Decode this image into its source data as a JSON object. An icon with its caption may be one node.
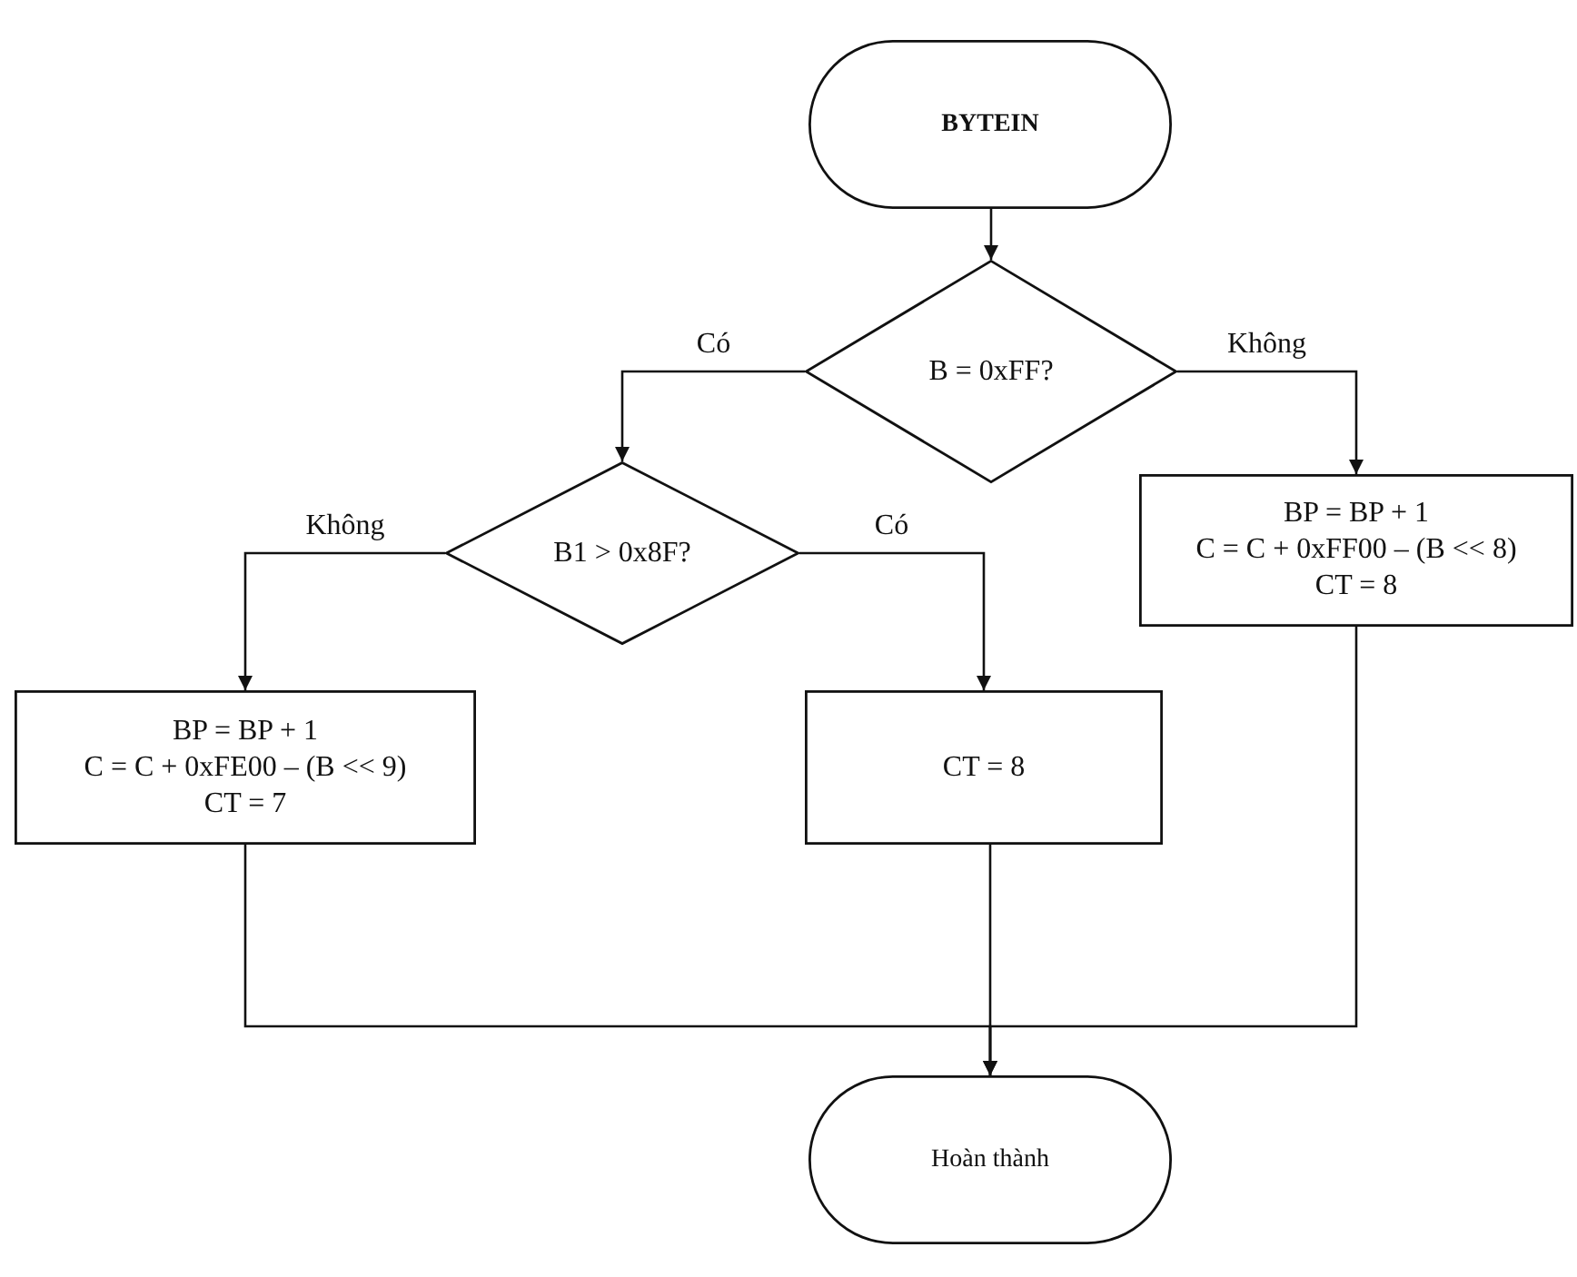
{
  "diagram": {
    "nodes": [
      {
        "text": [
          "BYTEIN"
        ]
      },
      {
        "text": [
          "B = 0xFF?"
        ]
      },
      {
        "text": [
          "B1 > 0x8F?"
        ]
      },
      {
        "text": [
          "BP = BP + 1",
          "C = C + 0xFF00 – (B << 8)",
          "CT = 8"
        ]
      },
      {
        "text": [
          "BP = BP + 1",
          "C = C + 0xFE00 – (B << 9)",
          "CT = 7"
        ]
      },
      {
        "text": [
          "CT = 8"
        ]
      },
      {
        "text": [
          "Hoàn thành"
        ]
      }
    ],
    "edges": [
      {
        "from": 0,
        "to": 1,
        "arrow": "to"
      },
      {
        "from": 1,
        "to": 2,
        "label": "Có",
        "arrow": "to"
      },
      {
        "from": 1,
        "to": 3,
        "label": "Không",
        "arrow": "to"
      },
      {
        "from": 2,
        "to": 4,
        "label": "Không",
        "arrow": "to"
      },
      {
        "from": 2,
        "to": 5,
        "label": "Có",
        "arrow": "to"
      },
      {
        "from": 4,
        "to": 6,
        "arrow": "to"
      },
      {
        "from": 5,
        "to": 6,
        "arrow": "to"
      },
      {
        "from": 3,
        "to": 6,
        "arrow": "to"
      }
    ]
  }
}
